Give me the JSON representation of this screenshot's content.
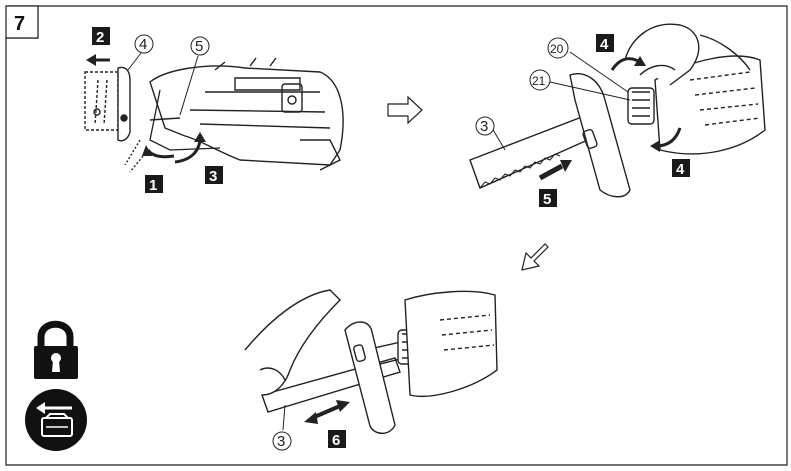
{
  "figure_number": "7",
  "step_labels": {
    "s1": "1",
    "s2": "2",
    "s3": "3",
    "s4a": "4",
    "s4b": "4",
    "s5": "5",
    "s6": "6"
  },
  "part_labels": {
    "p4": "4",
    "p5": "5",
    "p3a": "3",
    "p20": "20",
    "p21": "21",
    "p3b": "3"
  },
  "icons": {
    "lock": "lock-icon",
    "battery_remove": "battery-remove-icon",
    "next_arrow": "hollow-arrow-right-icon",
    "next_arrow_diag": "hollow-arrow-down-left-icon"
  },
  "colors": {
    "line": "#222222",
    "box_fill": "#1a1a1a",
    "box_text": "#ffffff"
  }
}
